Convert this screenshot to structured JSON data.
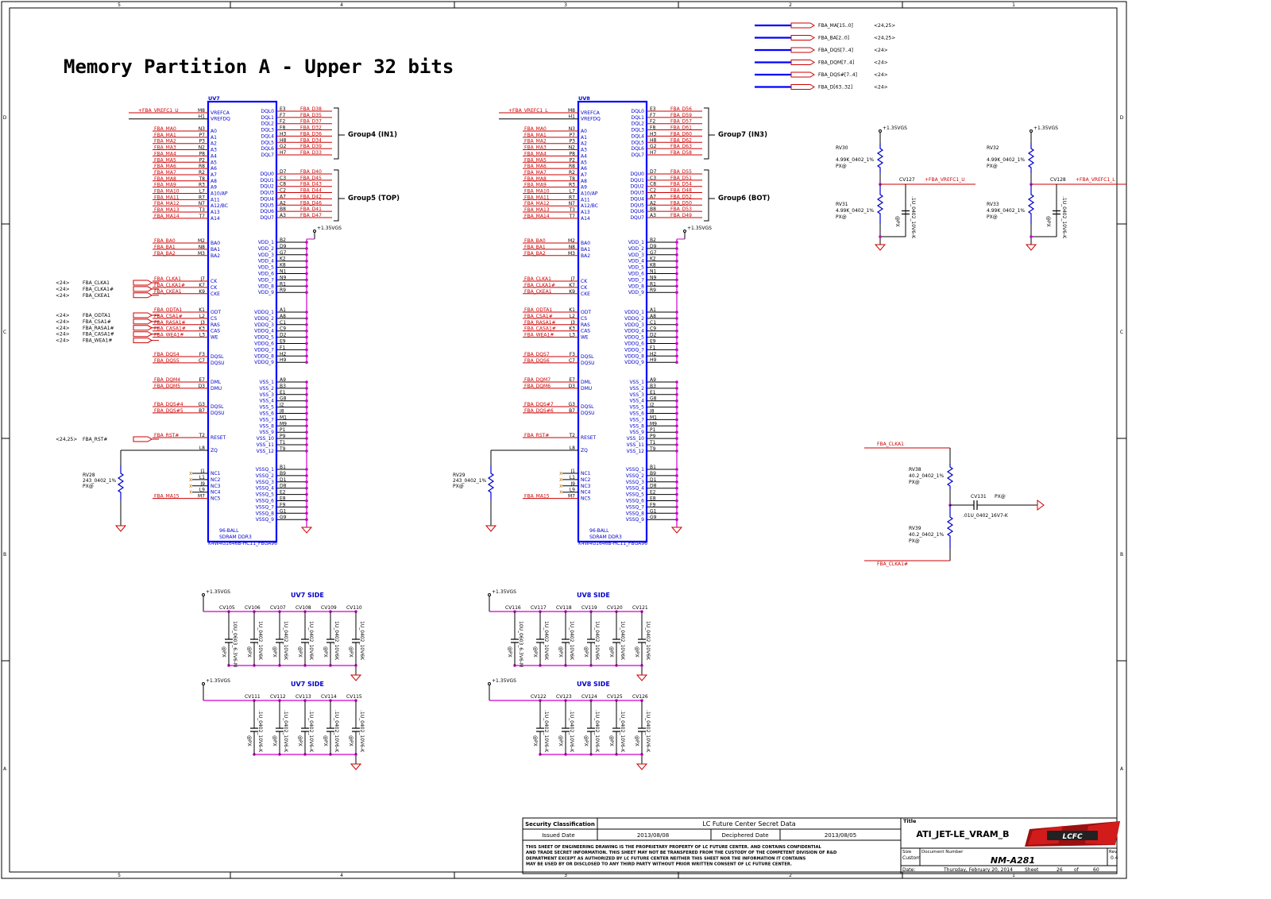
{
  "sheet_title": "Memory Partition A - Upper 32 bits",
  "border": {
    "cols": [
      "5",
      "4",
      "3",
      "2",
      "1"
    ],
    "rows": [
      "D",
      "C",
      "B",
      "A"
    ]
  },
  "bus_legend": [
    {
      "net": "FBA_MA[15..0]",
      "ref": "<24,25>"
    },
    {
      "net": "FBA_BA[2..0]",
      "ref": "<24,25>"
    },
    {
      "net": "FBA_DQS[7..4]",
      "ref": "<24>"
    },
    {
      "net": "FBA_DQM[7..4]",
      "ref": "<24>"
    },
    {
      "net": "FBA_DQS#[7..4]",
      "ref": "<24>"
    },
    {
      "net": "FBA_D[63..32]",
      "ref": "<24>"
    }
  ],
  "chips": [
    {
      "ref": "UV7",
      "part": "K4W4G1646B-HC11_FBGA96",
      "pkg": "96-BALL",
      "type": "SDRAM DDR3",
      "vref_net": "+FBA_VREFC1_U",
      "group_top": "Group4 (IN1)",
      "group_bot": "Group5 (TOP)",
      "rz": "RV28",
      "rz_val": "243_0402_1%",
      "rz_px": "PX@",
      "d_top": [
        "FBA_D38",
        "FBA_D35",
        "FBA_D37",
        "FBA_D32",
        "FBA_D36",
        "FBA_D34",
        "FBA_D39",
        "FBA_D33"
      ],
      "d_bot": [
        "FBA_D40",
        "FBA_D45",
        "FBA_D43",
        "FBA_D44",
        "FBA_D42",
        "FBA_D46",
        "FBA_D41",
        "FBA_D47"
      ],
      "dqs": [
        "FBA_DQS4",
        "FBA_DQS5"
      ],
      "dqm": [
        "FBA_DQM4",
        "FBA_DQM5"
      ],
      "dqsn": [
        "FBA_DQS#4",
        "FBA_DQS#5"
      ],
      "ctl": [
        "FBA_CLKA1",
        "FBA_CLKA1#",
        "FBA_CKEA1"
      ],
      "cmd": [
        "FBA_ODTA1",
        "FBA_CSA1#",
        "FBA_RASA1#",
        "FBA_CASA1#",
        "FBA_WEA1#"
      ]
    },
    {
      "ref": "UV8",
      "part": "K4W4G1646B-HC11_FBGA96",
      "pkg": "96-BALL",
      "type": "SDRAM DDR3",
      "vref_net": "+FBA_VREFC1_L",
      "group_top": "Group7 (IN3)",
      "group_bot": "Group6 (BOT)",
      "rz": "RV29",
      "rz_val": "243_0402_1%",
      "rz_px": "PX@",
      "d_top": [
        "FBA_D56",
        "FBA_D59",
        "FBA_D57",
        "FBA_D61",
        "FBA_D60",
        "FBA_D62",
        "FBA_D63",
        "FBA_D58"
      ],
      "d_bot": [
        "FBA_D55",
        "FBA_D51",
        "FBA_D54",
        "FBA_D48",
        "FBA_D52",
        "FBA_D50",
        "FBA_D53",
        "FBA_D49"
      ],
      "dqs": [
        "FBA_DQS7",
        "FBA_DQS6"
      ],
      "dqm": [
        "FBA_DQM7",
        "FBA_DQM6"
      ],
      "dqsn": [
        "FBA_DQS#7",
        "FBA_DQS#6"
      ],
      "ctl": [
        "FBA_CLKA1",
        "FBA_CLKA1#",
        "FBA_CKEA1"
      ],
      "cmd": [
        "FBA_ODTA1",
        "FBA_CSA1#",
        "FBA_RASA1#",
        "FBA_CASA1#",
        "FBA_WEA1#"
      ]
    }
  ],
  "addr_nets": [
    "FBA_MA0",
    "FBA_MA1",
    "FBA_MA2",
    "FBA_MA3",
    "FBA_MA4",
    "FBA_MA5",
    "FBA_MA6",
    "FBA_MA7",
    "FBA_MA8",
    "FBA_MA9",
    "FBA_MA10",
    "FBA_MA11",
    "FBA_MA12",
    "FBA_MA13",
    "FBA_MA14"
  ],
  "addr_balls": [
    "N3",
    "P7",
    "P3",
    "N2",
    "P8",
    "P2",
    "R8",
    "R2",
    "T8",
    "R3",
    "L7",
    "R7",
    "N7",
    "T3",
    "T7"
  ],
  "addr_pins": [
    "A0",
    "A1",
    "A2",
    "A3",
    "A4",
    "A5",
    "A6",
    "A7",
    "A8",
    "A9",
    "A10/AP",
    "A11",
    "A12/BC",
    "A13",
    "A14"
  ],
  "ba_nets": [
    "FBA_BA0",
    "FBA_BA1",
    "FBA_BA2"
  ],
  "ba_balls": [
    "M2",
    "N8",
    "M3"
  ],
  "ba_pins": [
    "BA0",
    "BA1",
    "BA2"
  ],
  "dq_top_pins": [
    "DQL0",
    "DQL1",
    "DQL2",
    "DQL3",
    "DQL4",
    "DQL5",
    "DQL6",
    "DQL7"
  ],
  "dq_top_balls": [
    "E3",
    "F7",
    "F2",
    "F8",
    "H3",
    "H8",
    "G2",
    "H7"
  ],
  "dq_bot_pins": [
    "DQU0",
    "DQU1",
    "DQU2",
    "DQU3",
    "DQU4",
    "DQU5",
    "DQU6",
    "DQU7"
  ],
  "dq_bot_balls": [
    "D7",
    "C3",
    "C8",
    "C2",
    "A7",
    "A2",
    "B8",
    "A3"
  ],
  "vdd_pins": [
    "VDD_1",
    "VDD_2",
    "VDD_3",
    "VDD_4",
    "VDD_5",
    "VDD_6",
    "VDD_7",
    "VDD_8",
    "VDD_9"
  ],
  "vdd_balls": [
    "B2",
    "D9",
    "G7",
    "K2",
    "K8",
    "N1",
    "N9",
    "R1",
    "R9"
  ],
  "vddq_pins": [
    "VDDQ_1",
    "VDDQ_2",
    "VDDQ_3",
    "VDDQ_4",
    "VDDQ_5",
    "VDDQ_6",
    "VDDQ_7",
    "VDDQ_8",
    "VDDQ_9"
  ],
  "vddq_balls": [
    "A1",
    "A8",
    "C1",
    "C9",
    "D2",
    "E9",
    "F1",
    "H2",
    "H9"
  ],
  "vss_pins": [
    "VSS_1",
    "VSS_2",
    "VSS_3",
    "VSS_4",
    "VSS_5",
    "VSS_6",
    "VSS_7",
    "VSS_8",
    "VSS_9",
    "VSS_10",
    "VSS_11",
    "VSS_12"
  ],
  "vss_balls": [
    "A9",
    "B3",
    "E1",
    "G8",
    "J2",
    "J8",
    "M1",
    "M9",
    "P1",
    "P9",
    "T1",
    "T9"
  ],
  "vssq_pins": [
    "VSSQ_1",
    "VSSQ_2",
    "VSSQ_3",
    "VSSQ_4",
    "VSSQ_5",
    "VSSQ_6",
    "VSSQ_7",
    "VSSQ_8",
    "VSSQ_9"
  ],
  "vssq_balls": [
    "B1",
    "B9",
    "D1",
    "D8",
    "E2",
    "E8",
    "F9",
    "G1",
    "G9"
  ],
  "nc_pins": [
    "NC1",
    "NC2",
    "NC3",
    "NC4",
    "NC5"
  ],
  "nc_balls": [
    "J1",
    "L1",
    "J9",
    "L9",
    "M7"
  ],
  "misc": {
    "vref_pins": [
      "VREFCA",
      "VREFDQ"
    ],
    "vref_balls": [
      "M8",
      "H1"
    ],
    "ctl_pins": [
      "CK",
      "CK",
      "CKE"
    ],
    "ctl_balls": [
      "J7",
      "K7",
      "K9"
    ],
    "cmd_pins": [
      "ODT",
      "CS",
      "RAS",
      "CAS",
      "WE"
    ],
    "cmd_balls": [
      "K1",
      "L2",
      "J3",
      "K3",
      "L3"
    ],
    "dqs_pins": [
      "DQSL",
      "DQSU"
    ],
    "dqs_balls": [
      "F3",
      "C7"
    ],
    "dm_pins": [
      "DML",
      "DMU"
    ],
    "dm_balls": [
      "E7",
      "D3"
    ],
    "dqsn_pins": [
      "DQSL",
      "DQSU"
    ],
    "dqsn_balls": [
      "G3",
      "B7"
    ],
    "reset_pin": "RESET",
    "reset_ball": "T2",
    "reset_net": "FBA_RST#",
    "reset_ref": "<24,25>",
    "zq_pin": "ZQ",
    "zq_ball": "L8",
    "ma15": "FBA_MA15",
    "ref24": "<24>",
    "pwr": "+1.35VGS"
  },
  "vref_dividers": [
    {
      "rtop": "RV30",
      "rtop_val": "4.99K_0402_1%",
      "rbot": "RV31",
      "rbot_val": "4.99K_0402_1%",
      "px": "PX@",
      "cap": "CV127",
      "cap_val": ".1U_0402_10V6-K",
      "cap_px": "@PX",
      "net": "+FBA_VREFC1_U"
    },
    {
      "rtop": "RV32",
      "rtop_val": "4.99K_0402_1%",
      "rbot": "RV33",
      "rbot_val": "4.99K_0402_1%",
      "px": "PX@",
      "cap": "CV128",
      "cap_val": ".1U_0402_10V6-K",
      "cap_px": "@PX",
      "net": "+FBA_VREFC1_L"
    }
  ],
  "clk_term": {
    "net_p": "FBA_CLKA1",
    "net_n": "FBA_CLKA1#",
    "r1": "RV38",
    "r1_val": "40.2_0402_1%",
    "r2": "RV39",
    "r2_val": "40.2_0402_1%",
    "px": "PX@",
    "cap": "CV131",
    "cap_val": ".01U_0402_16V7-K",
    "cap_px": "PX@"
  },
  "decoupling": [
    {
      "label": "UV7 SIDE",
      "pwr": "+1.35VGS",
      "caps": [
        {
          "ref": "CV105",
          "val": "10U_0603_6.3V6-M",
          "px": "@PX"
        },
        {
          "ref": "CV106",
          "val": "1U_0402_10V6K",
          "px": "@PX"
        },
        {
          "ref": "CV107",
          "val": "1U_0402_10V6K",
          "px": "@PX"
        },
        {
          "ref": "CV108",
          "val": "1U_0402_10V6K",
          "px": "@PX"
        },
        {
          "ref": "CV109",
          "val": "1U_0402_10V6K",
          "px": "@PX"
        },
        {
          "ref": "CV110",
          "val": "1U_0402_10V6K",
          "px": "@PX"
        }
      ]
    },
    {
      "label": "UV8 SIDE",
      "pwr": "+1.35VGS",
      "caps": [
        {
          "ref": "CV116",
          "val": "10U_0603_6.3V6-M",
          "px": "@PX"
        },
        {
          "ref": "CV117",
          "val": "1U_0402_10V6K",
          "px": "@PX"
        },
        {
          "ref": "CV118",
          "val": "1U_0402_10V6K",
          "px": "@PX"
        },
        {
          "ref": "CV119",
          "val": "1U_0402_10V6K",
          "px": "@PX"
        },
        {
          "ref": "CV120",
          "val": "1U_0402_10V6K",
          "px": "@PX"
        },
        {
          "ref": "CV121",
          "val": "1U_0402_10V6K",
          "px": "@PX"
        }
      ]
    },
    {
      "label": "UV7 SIDE",
      "pwr": "+1.35VGS",
      "caps": [
        {
          "ref": "CV111",
          "val": ".1U_0402_10V6-K",
          "px": "@PX"
        },
        {
          "ref": "CV112",
          "val": ".1U_0402_10V6-K",
          "px": "@PX"
        },
        {
          "ref": "CV113",
          "val": ".1U_0402_10V6-K",
          "px": "@PX"
        },
        {
          "ref": "CV114",
          "val": ".1U_0402_10V6-K",
          "px": "@PX"
        },
        {
          "ref": "CV115",
          "val": ".1U_0402_10V6-K",
          "px": "@PX"
        }
      ]
    },
    {
      "label": "UV8 SIDE",
      "pwr": "+1.35VGS",
      "caps": [
        {
          "ref": "CV122",
          "val": ".1U_0402_10V6-K",
          "px": "@PX"
        },
        {
          "ref": "CV123",
          "val": ".1U_0402_10V6-K",
          "px": "@PX"
        },
        {
          "ref": "CV124",
          "val": ".1U_0402_10V6-K",
          "px": "@PX"
        },
        {
          "ref": "CV125",
          "val": ".1U_0402_10V6-K",
          "px": "@PX"
        },
        {
          "ref": "CV126",
          "val": ".1U_0402_10V6-K",
          "px": "@PX"
        }
      ]
    }
  ],
  "title_block": {
    "sec_class": "Security Classification",
    "secret": "LC Future Center Secret Data",
    "issued_label": "Issued Date",
    "issued": "2013/08/08",
    "deciphered_label": "Deciphered Date",
    "deciphered": "2013/08/05",
    "notice": [
      "THIS SHEET OF ENGINEERING DRAWING IS THE PROPRIETARY PROPERTY OF LC FUTURE CENTER. AND CONTAINS CONFIDENTIAL",
      "AND TRADE SECRET INFORMATION. THIS SHEET MAY NOT BE TRANSFERED FROM THE CUSTODY OF THE COMPETENT DIVISION OF R&D",
      "DEPARTMENT EXCEPT AS AUTHORIZED BY LC FUTURE CENTER NEITHER THIS SHEET NOR THE INFORMATION IT CONTAINS",
      "MAY BE USED BY OR DISCLOSED TO ANY THIRD PARTY WITHOUT PRIOR WRITTEN CONSENT OF LC FUTURE CENTER."
    ],
    "title_label": "Title",
    "title": "ATI_JET-LE_VRAM_B",
    "size_label": "Size",
    "size": "Custom",
    "docnum_label": "Document Number",
    "docnum": "NM-A281",
    "rev_label": "Rev",
    "rev": "0.4",
    "date_label": "Date:",
    "date": "Thursday, February 20, 2014",
    "sheet_label": "Sheet",
    "sheet": "26",
    "of_label": "of",
    "total": "60",
    "logo": "LCFC"
  }
}
